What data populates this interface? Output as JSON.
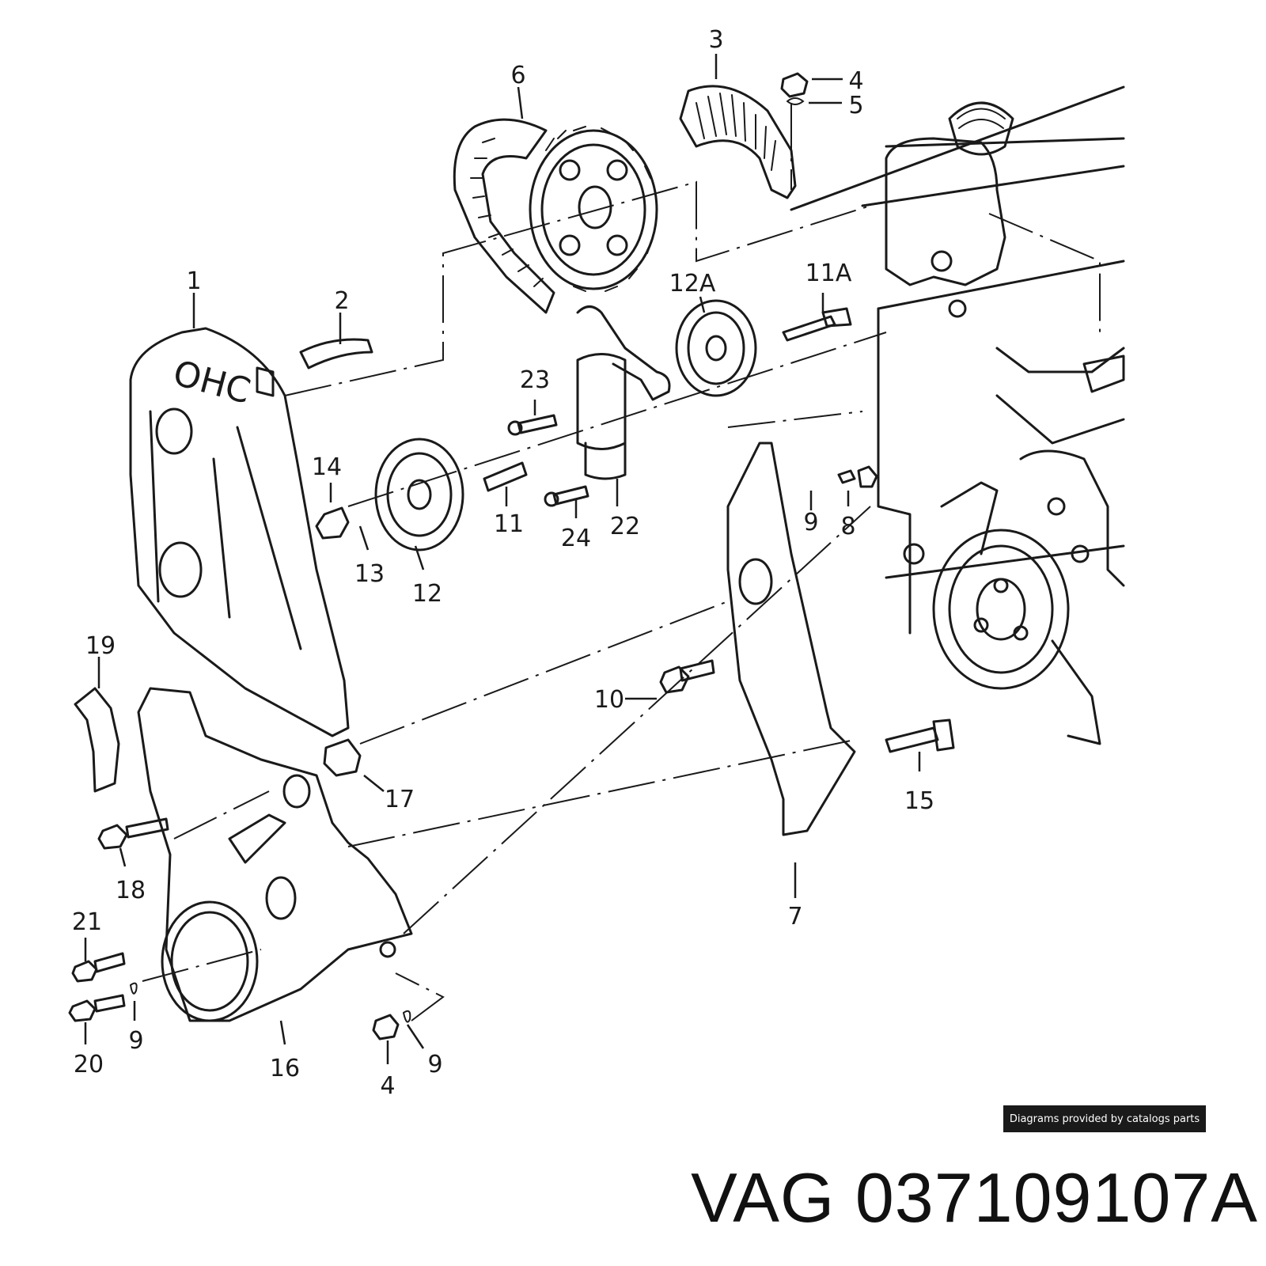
{
  "diagram": {
    "callouts": [
      {
        "id": "c1",
        "label": "1"
      },
      {
        "id": "c2",
        "label": "2"
      },
      {
        "id": "c3",
        "label": "3"
      },
      {
        "id": "c4a",
        "label": "4"
      },
      {
        "id": "c5",
        "label": "5"
      },
      {
        "id": "c6",
        "label": "6"
      },
      {
        "id": "c7",
        "label": "7"
      },
      {
        "id": "c8",
        "label": "8"
      },
      {
        "id": "c9a",
        "label": "9"
      },
      {
        "id": "c9b",
        "label": "9"
      },
      {
        "id": "c9c",
        "label": "9"
      },
      {
        "id": "c10",
        "label": "10"
      },
      {
        "id": "c11",
        "label": "11"
      },
      {
        "id": "c11a",
        "label": "11A"
      },
      {
        "id": "c12",
        "label": "12"
      },
      {
        "id": "c12a",
        "label": "12A"
      },
      {
        "id": "c13",
        "label": "13"
      },
      {
        "id": "c14",
        "label": "14"
      },
      {
        "id": "c15",
        "label": "15"
      },
      {
        "id": "c16",
        "label": "16"
      },
      {
        "id": "c17",
        "label": "17"
      },
      {
        "id": "c18",
        "label": "18"
      },
      {
        "id": "c19",
        "label": "19"
      },
      {
        "id": "c20",
        "label": "20"
      },
      {
        "id": "c21",
        "label": "21"
      },
      {
        "id": "c22",
        "label": "22"
      },
      {
        "id": "c23",
        "label": "23"
      },
      {
        "id": "c24",
        "label": "24"
      },
      {
        "id": "c4b",
        "label": "4"
      }
    ],
    "cover_stamp": "OHC"
  },
  "credit": "Diagrams provided by catalogs parts",
  "title": {
    "brand": "VAG",
    "part_number": "037109107A"
  }
}
